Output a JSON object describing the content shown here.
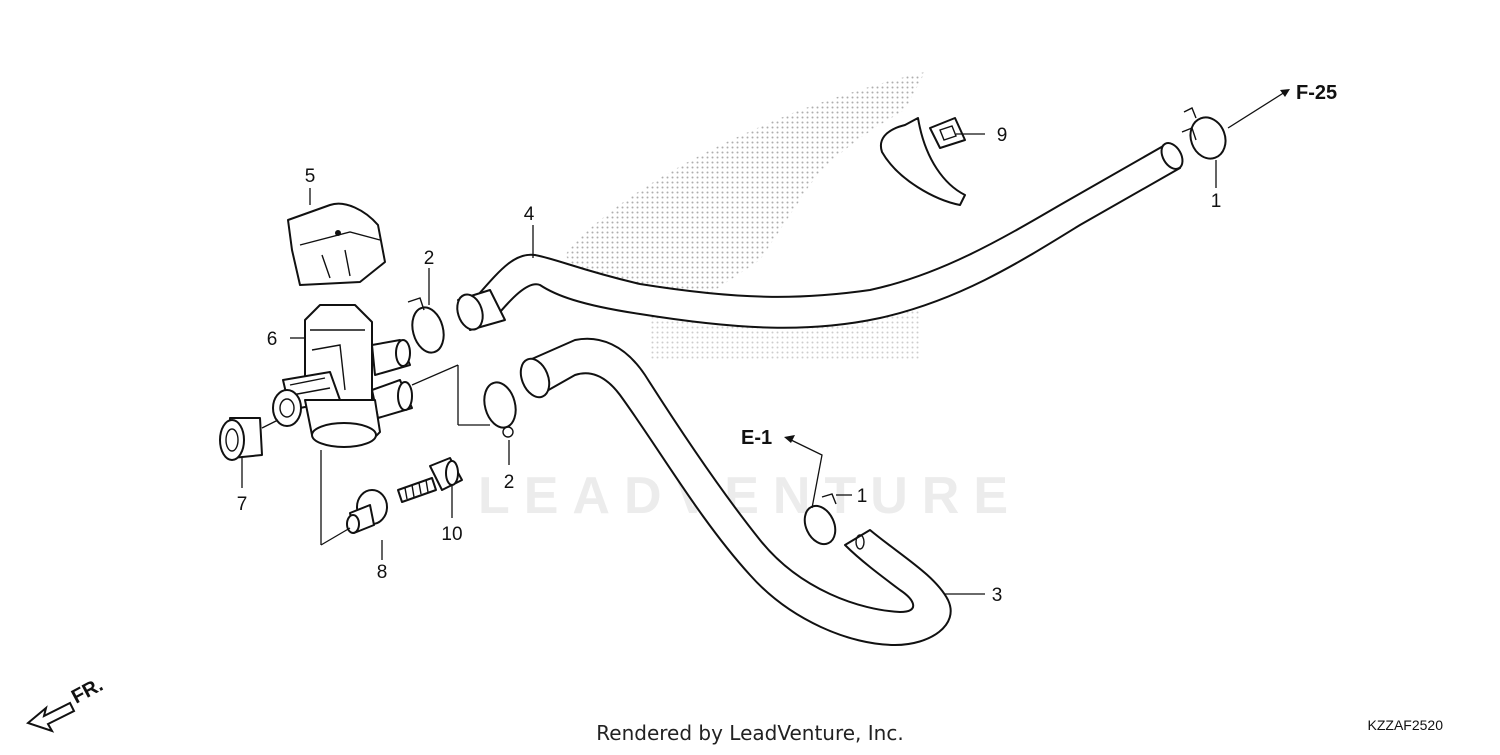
{
  "diagram": {
    "callouts": [
      "1",
      "1",
      "2",
      "2",
      "3",
      "4",
      "5",
      "6",
      "7",
      "8",
      "9",
      "10"
    ],
    "references": [
      "F-25",
      "E-1"
    ],
    "front_indicator": "FR.",
    "watermark": "LEADVENTURE",
    "footer": "Rendered by LeadVenture, Inc.",
    "diagram_code": "KZZAF2520"
  }
}
